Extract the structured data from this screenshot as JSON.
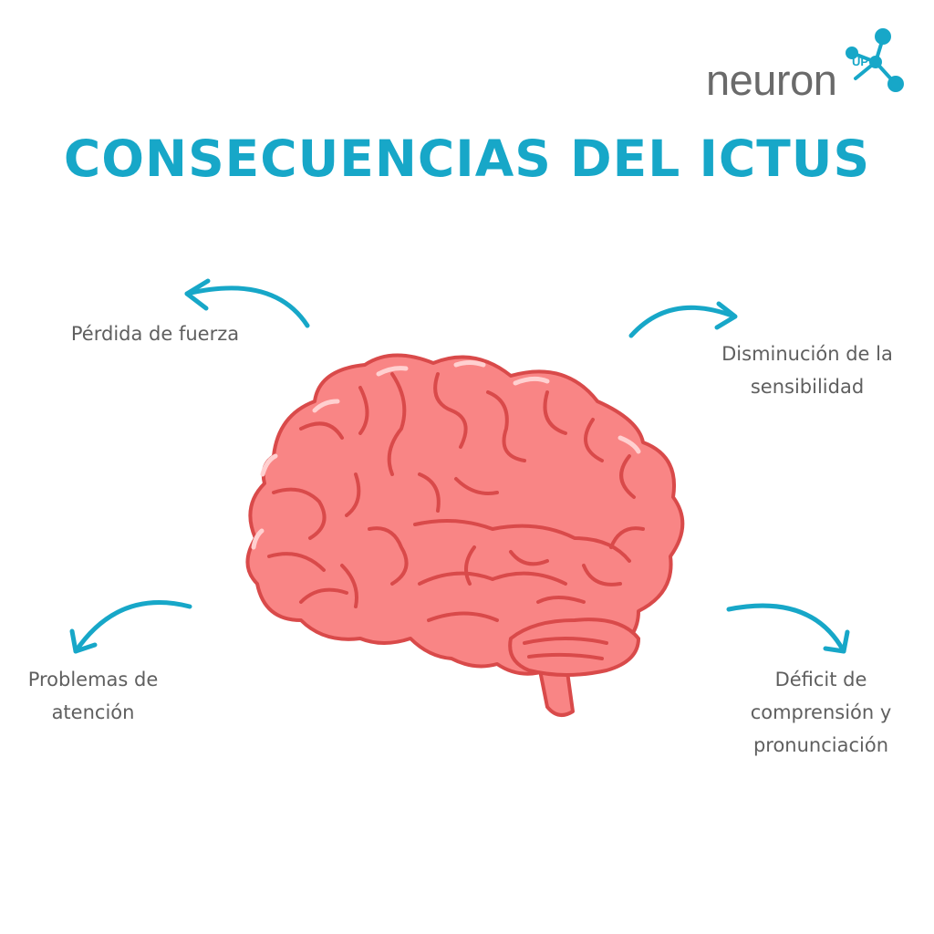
{
  "brand": {
    "name": "neuron",
    "badge": "UP",
    "colors": {
      "accent": "#17a7c8",
      "text": "#6a6a6a",
      "brain_fill": "#f98585",
      "brain_stroke": "#d94a4a"
    }
  },
  "title": "CONSECUENCIAS DEL ICTUS",
  "consequences": [
    {
      "id": "top-left",
      "lines": [
        "Pérdida de fuerza"
      ]
    },
    {
      "id": "top-right",
      "lines": [
        "Disminución de la",
        "sensibilidad"
      ]
    },
    {
      "id": "bottom-left",
      "lines": [
        "Problemas de",
        "atención"
      ]
    },
    {
      "id": "bottom-right",
      "lines": [
        "Déficit de",
        "comprensión y",
        "pronunciación"
      ]
    }
  ],
  "illustration": {
    "icon": "brain-icon"
  }
}
